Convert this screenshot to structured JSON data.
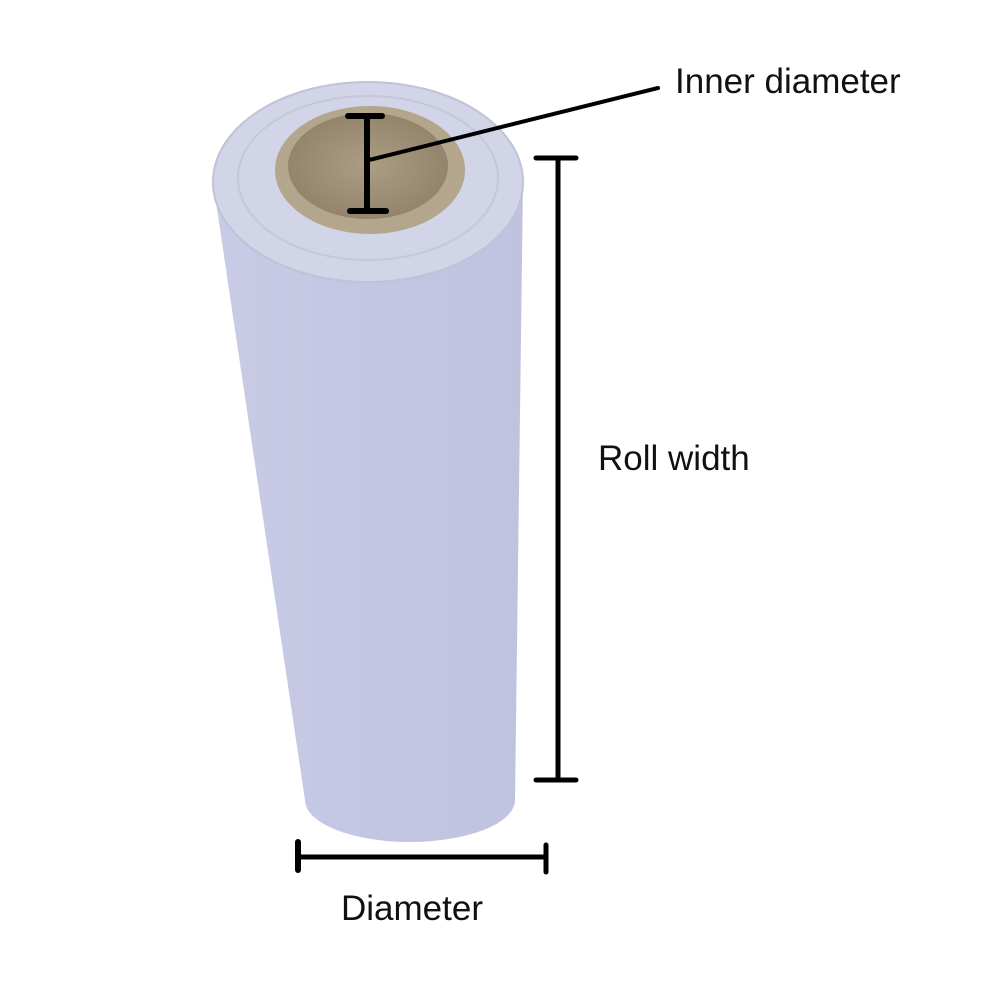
{
  "labels": {
    "inner_diameter": "Inner diameter",
    "roll_width": "Roll width",
    "diameter": "Diameter"
  },
  "colors": {
    "roll_body": "#c4c7e3",
    "roll_top": "#d3d5e8",
    "core": "#a99a80",
    "line": "#000000"
  }
}
